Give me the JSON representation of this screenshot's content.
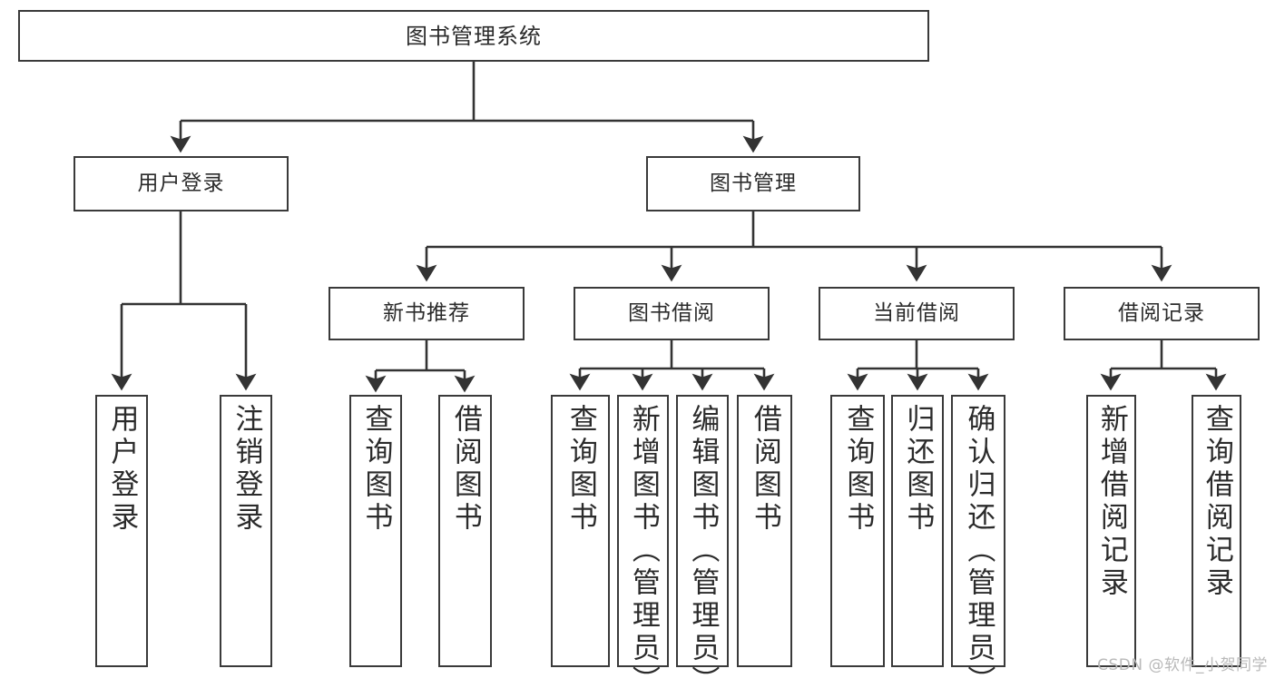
{
  "diagram": {
    "title": "图书管理系统",
    "type": "tree-hierarchy",
    "watermark": "CSDN @软件_小贺同学",
    "colors": {
      "box_border": "#3a3a3a",
      "box_fill": "#ffffff",
      "connector": "#333333",
      "text": "#2b2b2b",
      "watermark": "#b9b9b9"
    },
    "levels": {
      "root": {
        "label": "图书管理系统"
      },
      "level1": [
        {
          "label": "用户登录"
        },
        {
          "label": "图书管理"
        }
      ],
      "level2": [
        {
          "label": "新书推荐"
        },
        {
          "label": "图书借阅"
        },
        {
          "label": "当前借阅"
        },
        {
          "label": "借阅记录"
        }
      ],
      "leaves": {
        "user_login": [
          {
            "label": "用户登录"
          },
          {
            "label": "注销登录"
          }
        ],
        "new_book_recommend": [
          {
            "label": "查询图书"
          },
          {
            "label": "借阅图书"
          }
        ],
        "book_borrow": [
          {
            "label": "查询图书"
          },
          {
            "label": "新增图书（管理员）"
          },
          {
            "label": "编辑图书（管理员）"
          },
          {
            "label": "借阅图书"
          }
        ],
        "current_borrow": [
          {
            "label": "查询图书"
          },
          {
            "label": "归还图书"
          },
          {
            "label": "确认归还（管理员）"
          }
        ],
        "borrow_record": [
          {
            "label": "新增借阅记录"
          },
          {
            "label": "查询借阅记录"
          }
        ]
      }
    }
  }
}
